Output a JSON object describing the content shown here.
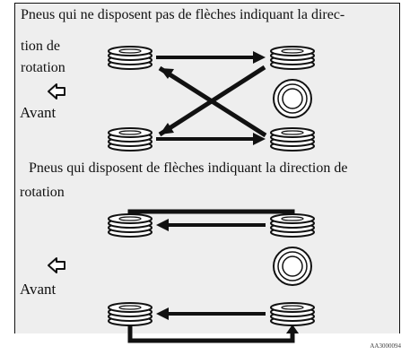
{
  "section1": {
    "title_line1": "Pneus qui ne disposent pas de flèches indiquant la direc-",
    "title_line2": "tion de",
    "title_line3": "rotation",
    "front_label": "Avant"
  },
  "section2": {
    "title_line1": "Pneus qui disposent de flèches indiquant la direction de",
    "title_line2": "rotation",
    "front_label": "Avant"
  },
  "figure_code": "AA3000094",
  "icons": {
    "tire": "tire-side-icon",
    "spare": "spare-tire-icon",
    "front": "front-arrow-icon"
  },
  "colors": {
    "ink": "#111111",
    "panel": "#eeeeee"
  }
}
